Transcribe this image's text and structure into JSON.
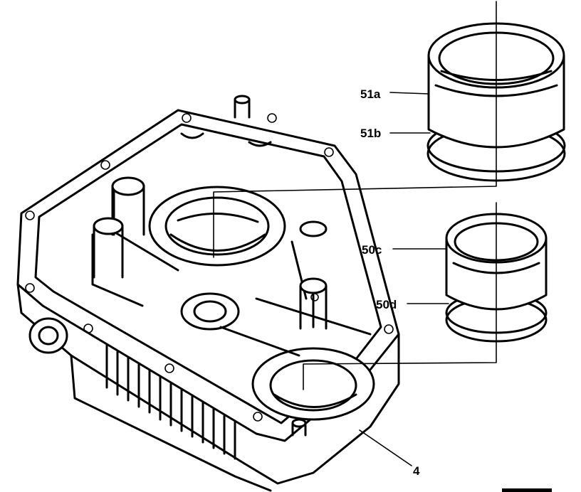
{
  "callouts": {
    "c51a": "51a",
    "c51b": "51b",
    "c50c": "50c",
    "c50d": "50d",
    "c4": "4"
  },
  "colors": {
    "ink": "#000000",
    "paper": "#ffffff"
  }
}
